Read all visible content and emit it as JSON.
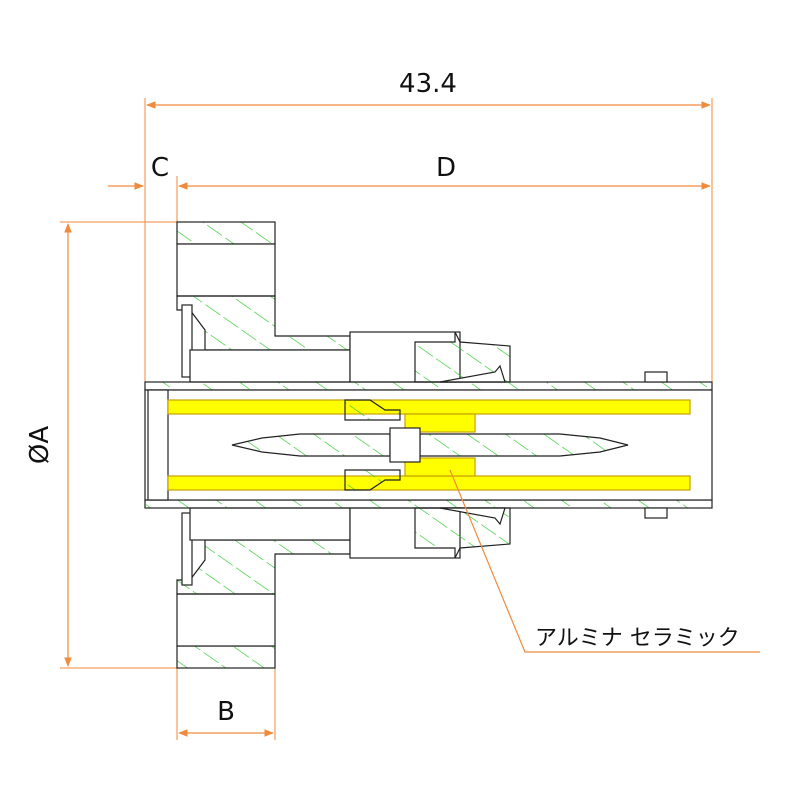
{
  "dimensions": {
    "overall_length": "43.4",
    "c_label": "C",
    "d_label": "D",
    "diameter_label": "ØA",
    "b_label": "B"
  },
  "callout": {
    "material_label": "アルミナ セラミック"
  },
  "colors": {
    "dimension_line": "#f08a3c",
    "outline": "#222222",
    "hatch": "#2ec82e",
    "ceramic": "#ffff00",
    "ceramic_edge": "#c8a000"
  }
}
